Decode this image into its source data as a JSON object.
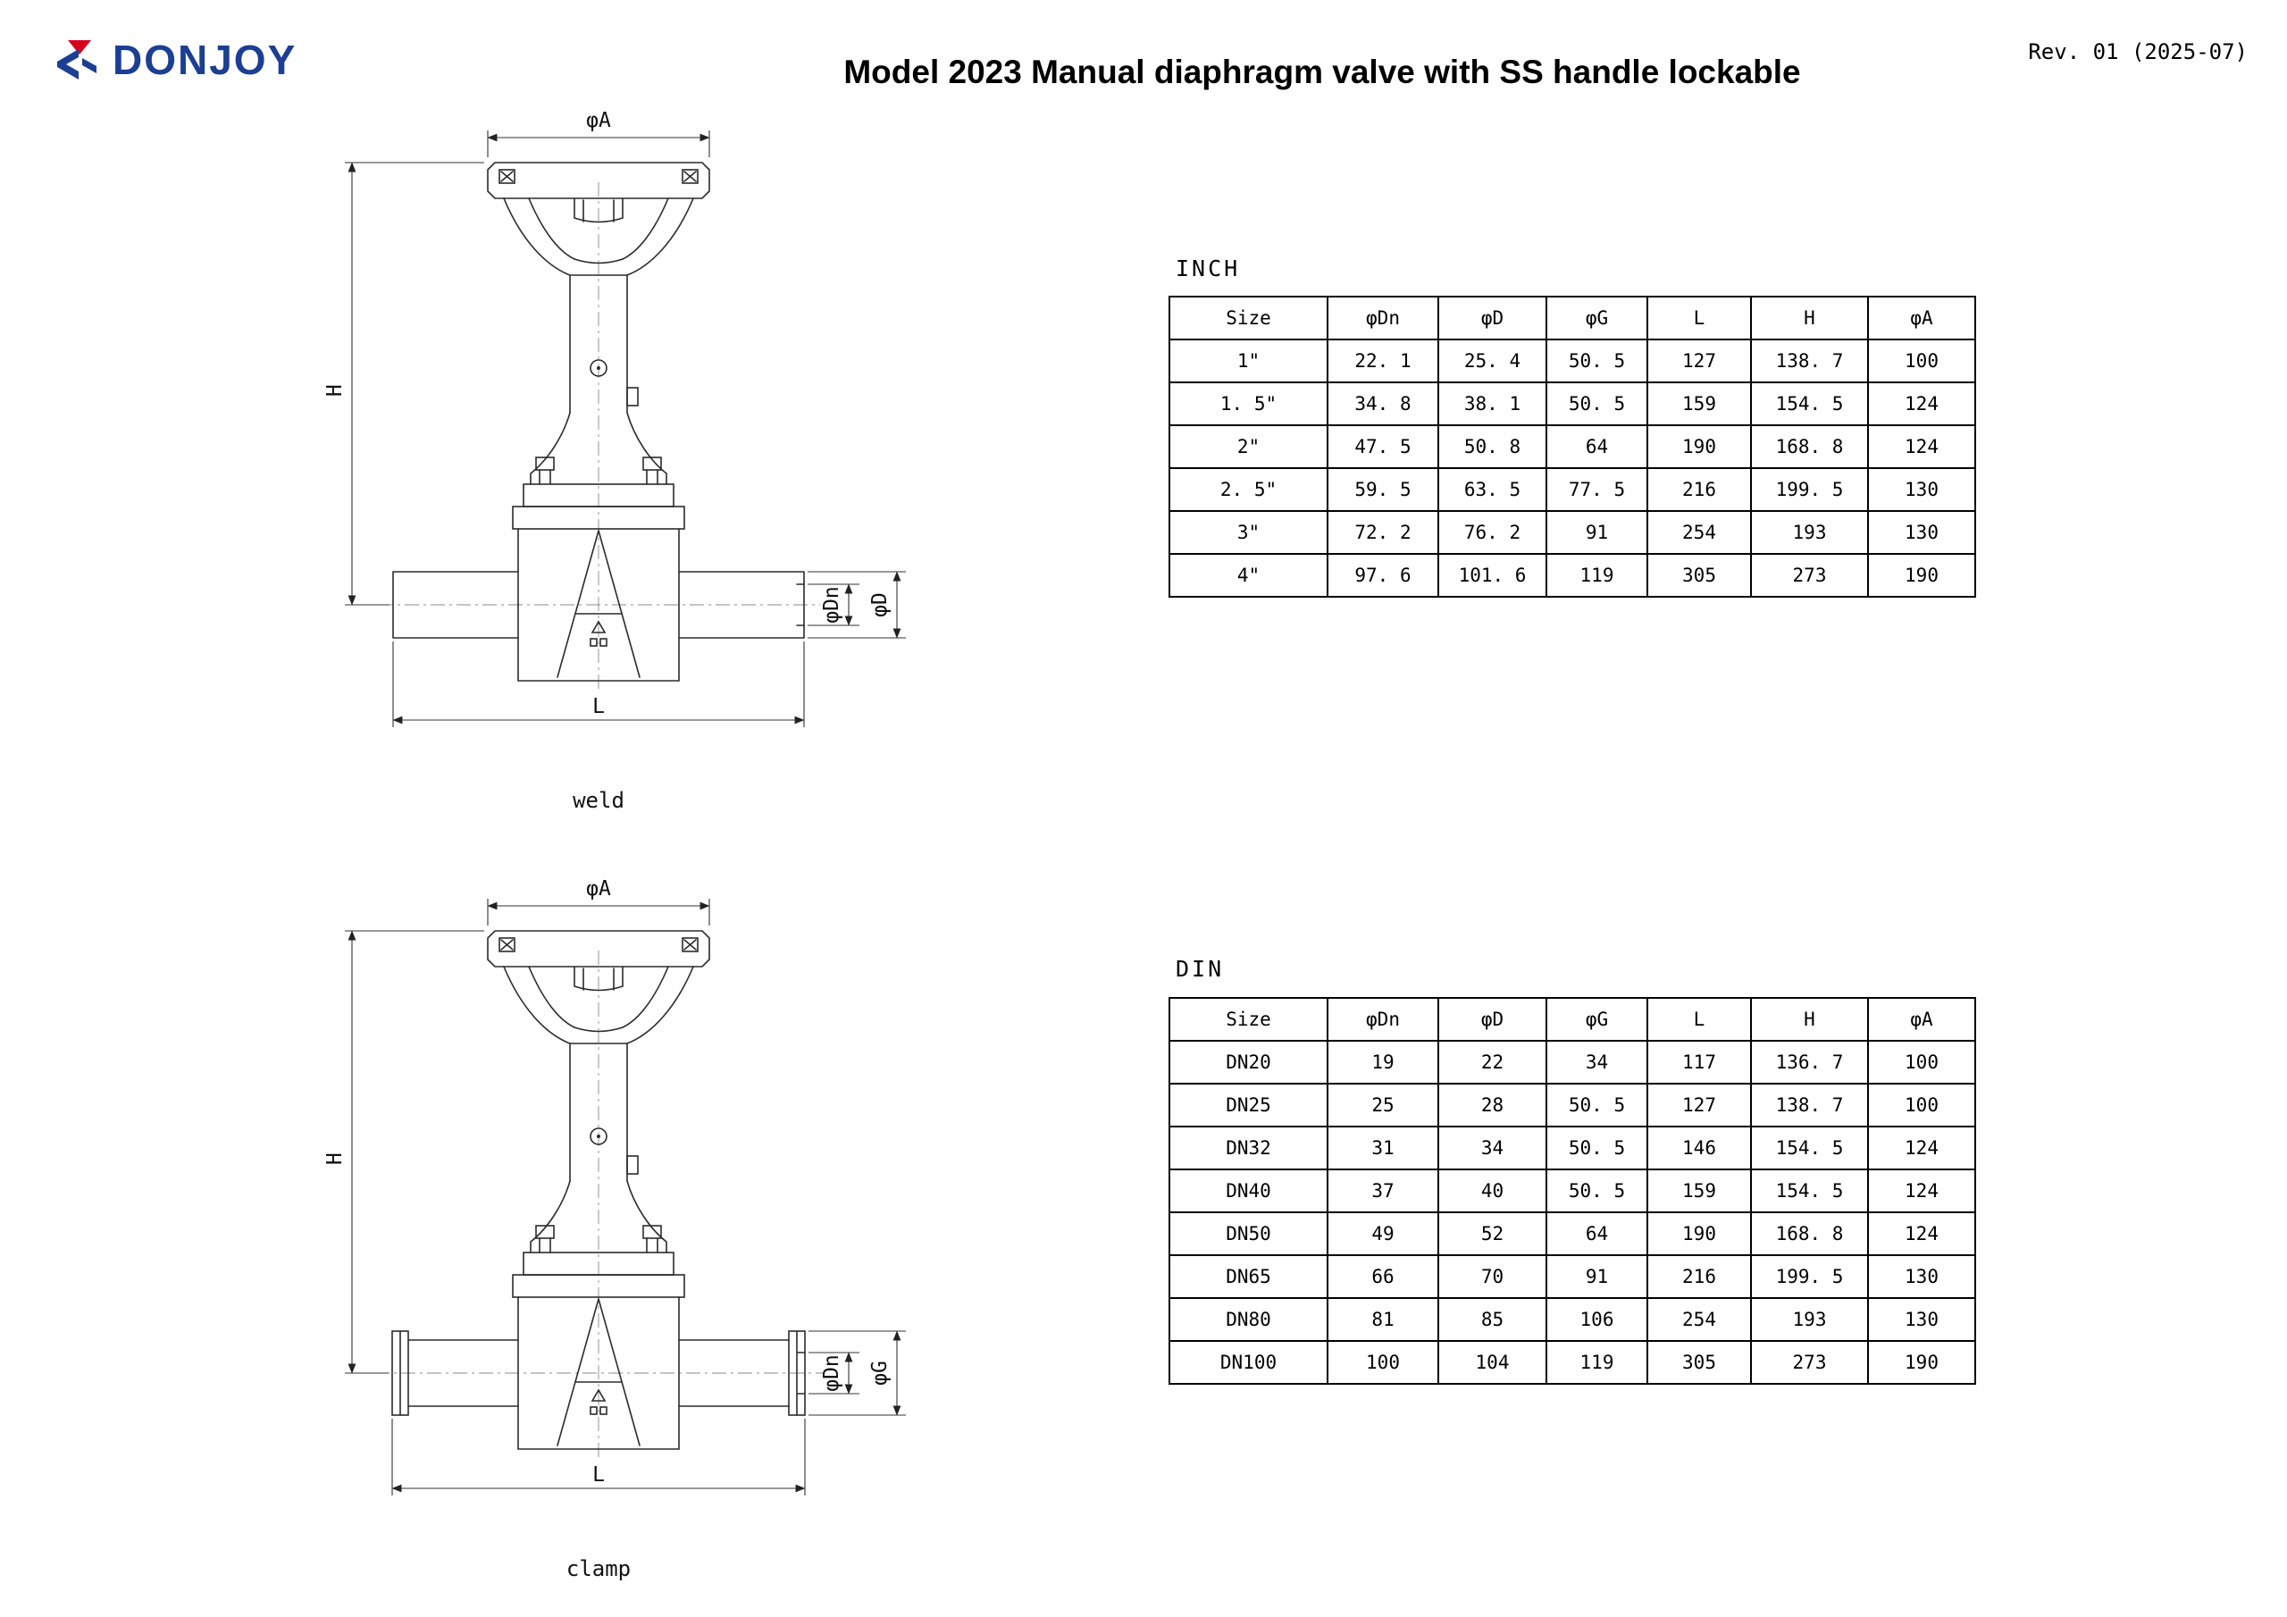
{
  "header": {
    "brand": "DONJOY",
    "title": "Model 2023 Manual diaphragm valve with SS handle lockable",
    "revision": "Rev. 01 (2025-07)"
  },
  "colors": {
    "brand_blue": "#1c3f94",
    "brand_red": "#d6001c",
    "line": "#2b2b2b"
  },
  "drawings": {
    "weld": {
      "caption": "weld",
      "dims": {
        "a": "φA",
        "h": "H",
        "dn": "φDn",
        "d": "φD",
        "l": "L"
      }
    },
    "clamp": {
      "caption": "clamp",
      "dims": {
        "a": "φA",
        "h": "H",
        "dn": "φDn",
        "g": "φG",
        "l": "L"
      }
    }
  },
  "tables": {
    "inch": {
      "label": "INCH",
      "headers": [
        "Size",
        "φDn",
        "φD",
        "φG",
        "L",
        "H",
        "φA"
      ],
      "rows": [
        [
          "1\"",
          "22. 1",
          "25. 4",
          "50. 5",
          "127",
          "138. 7",
          "100"
        ],
        [
          "1. 5\"",
          "34. 8",
          "38. 1",
          "50. 5",
          "159",
          "154. 5",
          "124"
        ],
        [
          "2\"",
          "47. 5",
          "50. 8",
          "64",
          "190",
          "168. 8",
          "124"
        ],
        [
          "2. 5\"",
          "59. 5",
          "63. 5",
          "77. 5",
          "216",
          "199. 5",
          "130"
        ],
        [
          "3\"",
          "72. 2",
          "76. 2",
          "91",
          "254",
          "193",
          "130"
        ],
        [
          "4\"",
          "97. 6",
          "101. 6",
          "119",
          "305",
          "273",
          "190"
        ]
      ]
    },
    "din": {
      "label": "DIN",
      "headers": [
        "Size",
        "φDn",
        "φD",
        "φG",
        "L",
        "H",
        "φA"
      ],
      "rows": [
        [
          "DN20",
          "19",
          "22",
          "34",
          "117",
          "136. 7",
          "100"
        ],
        [
          "DN25",
          "25",
          "28",
          "50. 5",
          "127",
          "138. 7",
          "100"
        ],
        [
          "DN32",
          "31",
          "34",
          "50. 5",
          "146",
          "154. 5",
          "124"
        ],
        [
          "DN40",
          "37",
          "40",
          "50. 5",
          "159",
          "154. 5",
          "124"
        ],
        [
          "DN50",
          "49",
          "52",
          "64",
          "190",
          "168. 8",
          "124"
        ],
        [
          "DN65",
          "66",
          "70",
          "91",
          "216",
          "199. 5",
          "130"
        ],
        [
          "DN80",
          "81",
          "85",
          "106",
          "254",
          "193",
          "130"
        ],
        [
          "DN100",
          "100",
          "104",
          "119",
          "305",
          "273",
          "190"
        ]
      ]
    }
  }
}
